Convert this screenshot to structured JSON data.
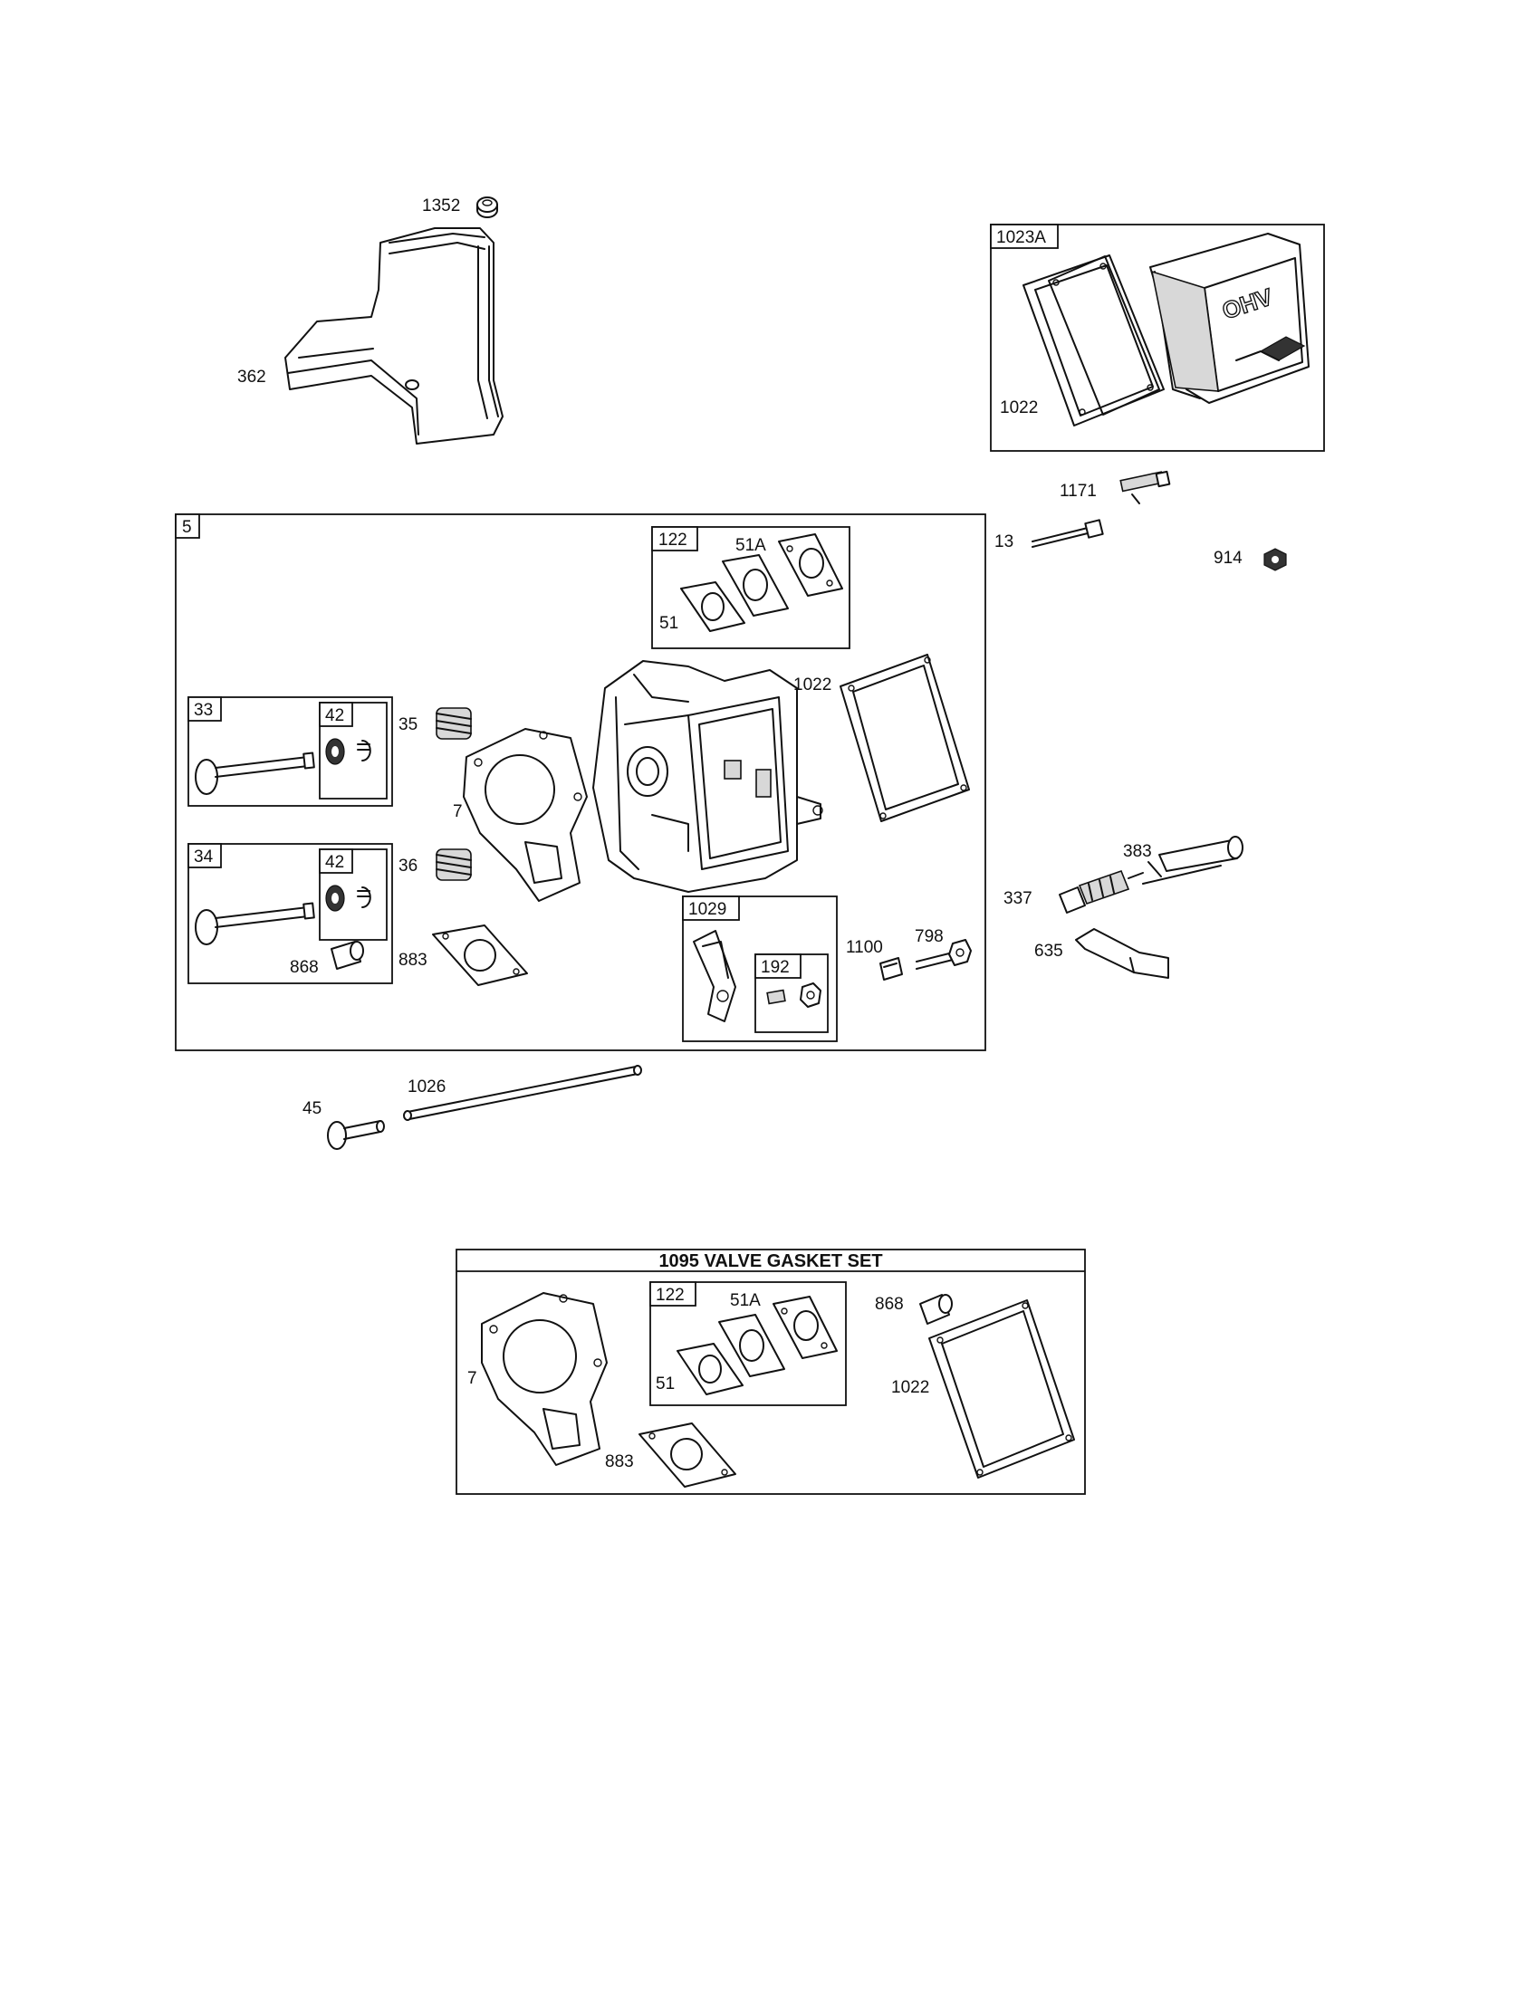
{
  "callouts": {
    "p1352": "1352",
    "p362": "362",
    "p1023A": "1023A",
    "p1022_cover": "1022",
    "p1171": "1171",
    "p13": "13",
    "p914": "914",
    "p5": "5",
    "p122_a": "122",
    "p51A_a": "51A",
    "p51_a": "51",
    "p1022_head": "1022",
    "p33": "33",
    "p42_a": "42",
    "p35": "35",
    "p7_a": "7",
    "p34": "34",
    "p42_b": "42",
    "p36": "36",
    "p868_a": "868",
    "p883_a": "883",
    "p1029": "1029",
    "p192": "192",
    "p1100": "1100",
    "p798": "798",
    "p383": "383",
    "p337": "337",
    "p635": "635",
    "p1026": "1026",
    "p45": "45",
    "p7_b": "7",
    "p122_b": "122",
    "p51A_b": "51A",
    "p51_b": "51",
    "p868_b": "868",
    "p1022_set": "1022",
    "p883_b": "883"
  },
  "gasket_set": {
    "title": "1095 VALVE GASKET SET"
  },
  "cover_logo": "OHV"
}
